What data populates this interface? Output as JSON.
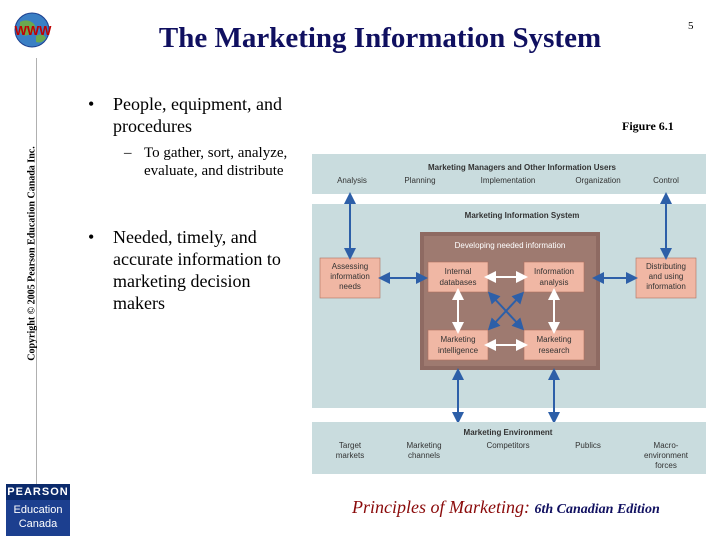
{
  "slide": {
    "title": "The Marketing Information System",
    "page_number": "5",
    "copyright": "Copyright © 2005 Pearson Education Canada Inc.",
    "logo_text": "WWW",
    "bullets": [
      {
        "text": "People, equipment, and procedures",
        "sub": [
          "To gather, sort, analyze, evaluate, and distribute"
        ]
      },
      {
        "text": "Needed, timely, and accurate information to marketing decision makers"
      }
    ],
    "figure_label": "Figure 6.1",
    "footer_main": "Principles of Marketing:",
    "footer_edition": "6th Canadian Edition",
    "publisher_logo": {
      "top": "PEARSON",
      "line1": "Education",
      "line2": "Canada"
    }
  },
  "diagram": {
    "users_title": "Marketing Managers and Other Information Users",
    "users": [
      "Analysis",
      "Planning",
      "Implementation",
      "Organization",
      "Control"
    ],
    "mis_title": "Marketing Information System",
    "developing_title": "Developing needed information",
    "assessing": [
      "Assessing",
      "information",
      "needs"
    ],
    "distributing": [
      "Distributing",
      "and using",
      "information"
    ],
    "internal": [
      "Internal",
      "databases"
    ],
    "analysis_box": [
      "Information",
      "analysis"
    ],
    "intelligence": [
      "Marketing",
      "intelligence"
    ],
    "research": [
      "Marketing",
      "research"
    ],
    "env_title": "Marketing Environment",
    "env_items": [
      [
        "Target",
        "markets"
      ],
      [
        "Marketing",
        "channels"
      ],
      [
        "Competitors"
      ],
      [
        "Publics"
      ],
      [
        "Macro-",
        "environment",
        "forces"
      ]
    ],
    "colors": {
      "teal_band": "#c9dcde",
      "teal_dark": "#b4cfd2",
      "brown_box": "#8e6a62",
      "salmon": "#f0b7a4",
      "arrow": "#2d5fa8"
    }
  }
}
